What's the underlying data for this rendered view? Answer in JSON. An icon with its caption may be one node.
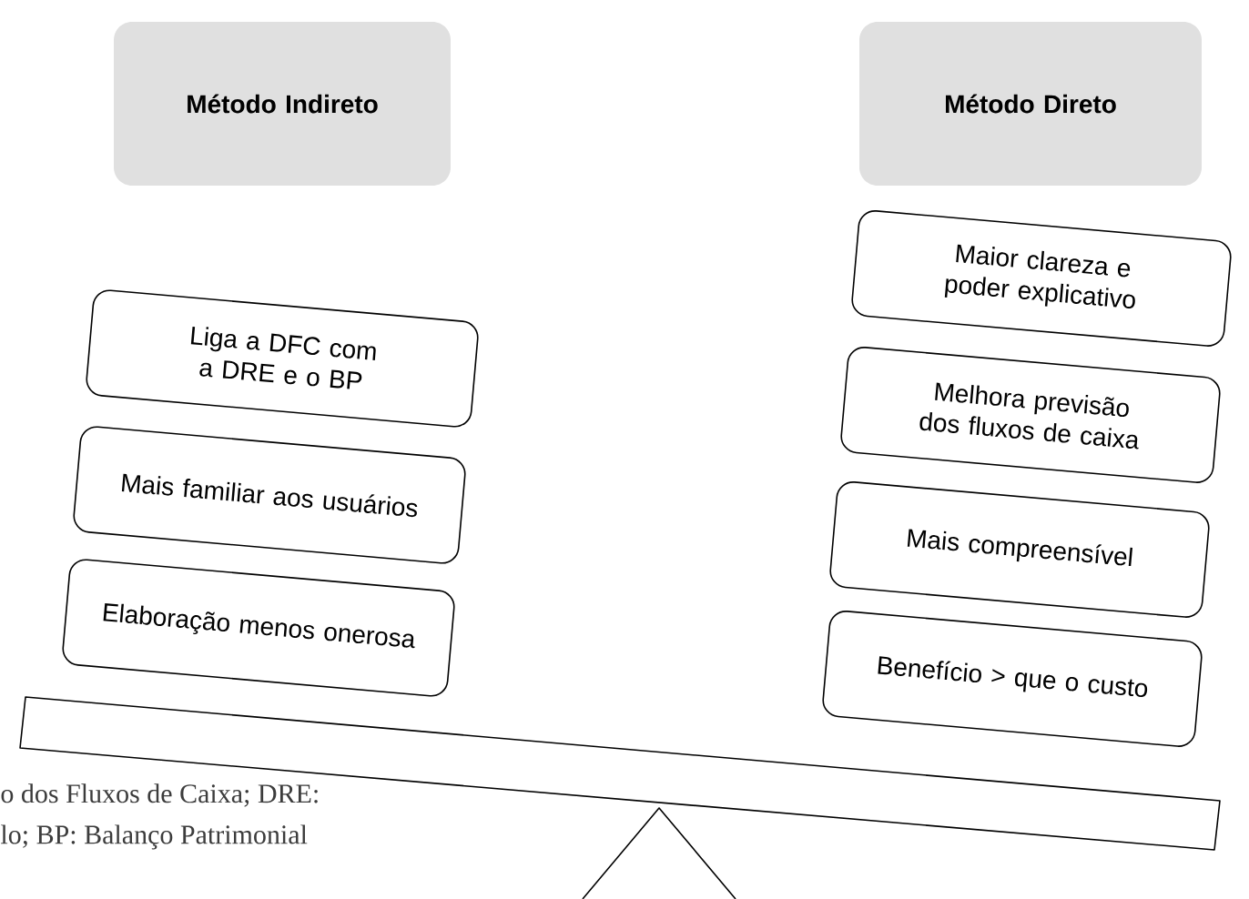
{
  "diagram": {
    "nodes": [
      {
        "text": [
          "Método Indireto"
        ]
      },
      {
        "text": [
          "Método Direto"
        ]
      },
      {
        "text": [
          "Liga a DFC com a DRE e o BP"
        ]
      },
      {
        "text": [
          "Mais familiar aos usuários"
        ]
      },
      {
        "text": [
          "Elaboração menos onerosa"
        ]
      },
      {
        "text": [
          "Maior clareza e poder explicativo"
        ]
      },
      {
        "text": [
          "Melhora previsão dos fluxos de caixa"
        ]
      },
      {
        "text": [
          "Mais compreensível"
        ]
      },
      {
        "text": [
          "Benefício > que o custo"
        ]
      }
    ],
    "labels": [
      "o dos Fluxos de Caixa; DRE:",
      "lo; BP: Balanço Patrimonial"
    ]
  }
}
